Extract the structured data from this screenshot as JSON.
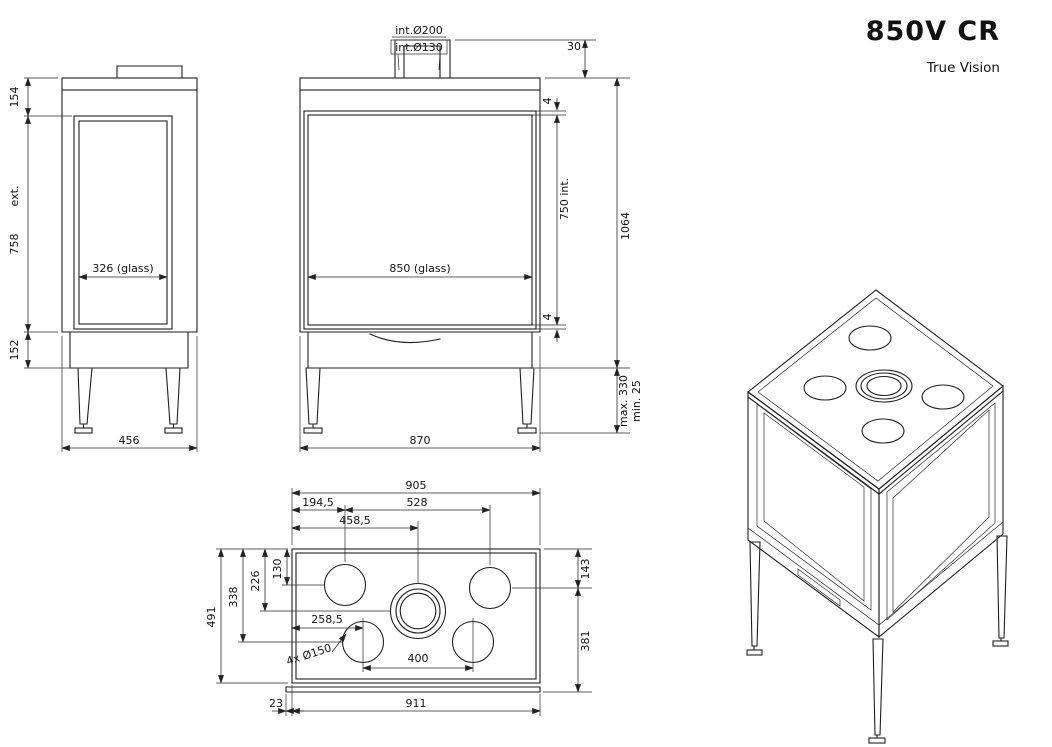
{
  "title": "850V CR",
  "subtitle": "True Vision",
  "side_view": {
    "dim_top_height": "154",
    "dim_body_height": "758",
    "dim_body_ext": "ext.",
    "dim_base_height": "152",
    "dim_glass_width": "326 (glass)",
    "dim_depth": "456"
  },
  "front_view": {
    "flue_outer_label": "int.Ø200",
    "flue_inner_label": "int.Ø130",
    "dim_flue_height": "30",
    "dim_gap_top": "4",
    "dim_glass_height": "750 int.",
    "dim_gap_bottom": "4",
    "dim_total_height": "1064",
    "dim_glass_width": "850 (glass)",
    "dim_width": "870",
    "dim_legs_max": "max. 330",
    "dim_legs_min": "min. 25"
  },
  "top_view": {
    "dim_width": "905",
    "dim_hole1_x": "194,5",
    "dim_hole_spacing_x": "528",
    "dim_flue_x": "458,5",
    "dim_row1_y": "130",
    "dim_flue_y": "226",
    "dim_row2_y": "338",
    "dim_depth": "491",
    "dim_hole3_x": "258,5",
    "holes_label": "4x Ø150",
    "dim_hole_spacing2_x": "400",
    "dim_right_top": "143",
    "dim_right_bottom": "381",
    "dim_front_offset": "23",
    "dim_front_width": "911"
  }
}
